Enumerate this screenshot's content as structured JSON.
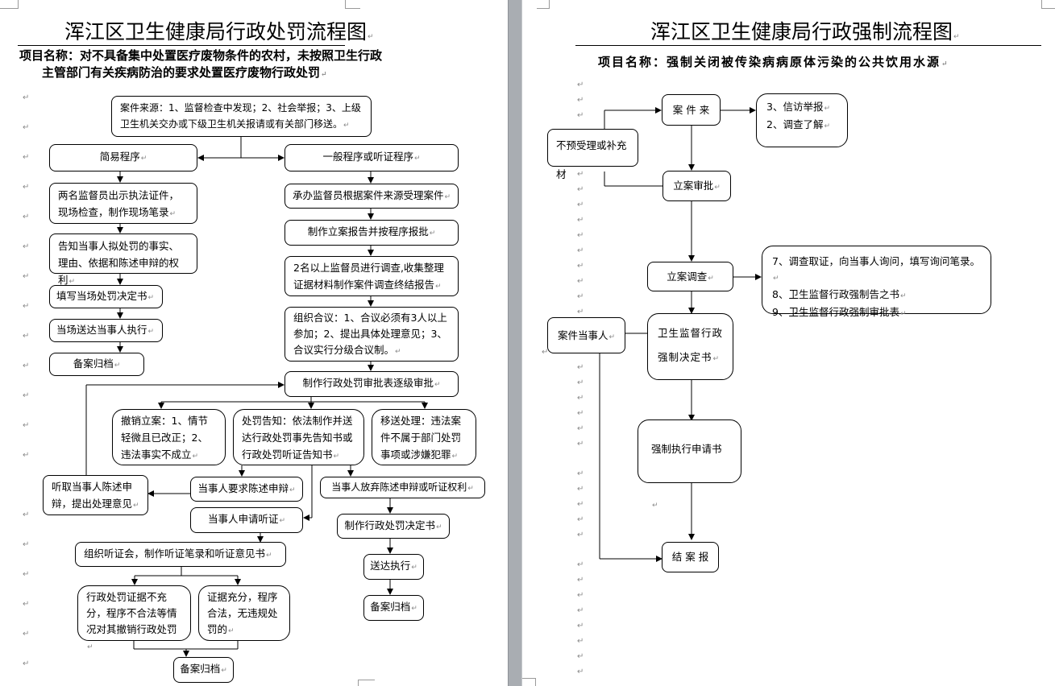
{
  "left": {
    "title": "浑江区卫生健康局行政处罚流程图",
    "subtitle_line1": "项目名称：对不具备集中处置医疗废物条件的农村，未按照卫生行政",
    "subtitle_line2": "主管部门有关疾病防治的要求处置医疗废物行政处罚",
    "nodes": {
      "source": "案件来源：1、监督检查中发现；2、社会举报；3、上级卫生机关交办或下级卫生机关报请或有关部门移送。",
      "simple": "简易程序",
      "general": "一般程序或听证程序",
      "s1": "两名监督员出示执法证件，现场检查，制作现场笔录",
      "s2": "告知当事人拟处罚的事实、理由、依据和陈述申辩的权利",
      "s3": "填写当场处罚决定书",
      "s4": "当场送达当事人执行",
      "s5": "备案归档",
      "g1": "承办监督员根据案件来源受理案件",
      "g2": "制作立案报告并按程序报批",
      "g3": "2名以上监督员进行调查,收集整理证据材料制作案件调查终结报告",
      "g4": "组织合议：1、合议必须有3人以上参加；2、提出具体处理意见；3、合议实行分级合议制。",
      "g5": "制作行政处罚审批表逐级审批",
      "revoke": "撤销立案：1、情节轻微且已改正；2、违法事实不成立",
      "notice": "处罚告知：依法制作并送达行政处罚事先告知书或行政处罚听证告知书",
      "transfer": "移送处理：违法案件不属于部门处罚事项或涉嫌犯罪",
      "hear_statement": "听取当事人陈述申辩，提出处理意见",
      "request_statement": "当事人要求陈述申辩",
      "waive": "当事人放弃陈述申辩或听证权利",
      "apply_hearing": "当事人申请听证",
      "decision": "制作行政处罚决定书",
      "hearing_meeting": "组织听证会，制作听证笔录和听证意见书",
      "deliver": "送达执行",
      "archive_right": "备案归档",
      "insufficient": "行政处罚证据不充分，程序不合法等情况对其撤销行政处罚",
      "sufficient": "证据充分，程序合法，无违规处罚的",
      "archive_bottom": "备案归档"
    }
  },
  "right": {
    "title": "浑江区卫生健康局行政强制流程图",
    "subtitle": "项目名称：强制关闭被传染病病原体污染的公共饮用水源",
    "nodes": {
      "case_source": "案 件 来",
      "sources_list": [
        "3、信访举报",
        "2、调查了解"
      ],
      "not_accepted": "不预受理或补充材",
      "approval": "立案审批",
      "investigation": "立案调查",
      "docs_list": [
        "7、调查取证，向当事人询问，填写询问笔录。",
        "8、卫生监督行政强制告之书",
        "9、卫生监督行政强制审批表"
      ],
      "party": "案件当事人",
      "decision": "卫生监督行政强制决定书",
      "execution": "强制执行申请书",
      "closing": "结 案 报"
    }
  }
}
